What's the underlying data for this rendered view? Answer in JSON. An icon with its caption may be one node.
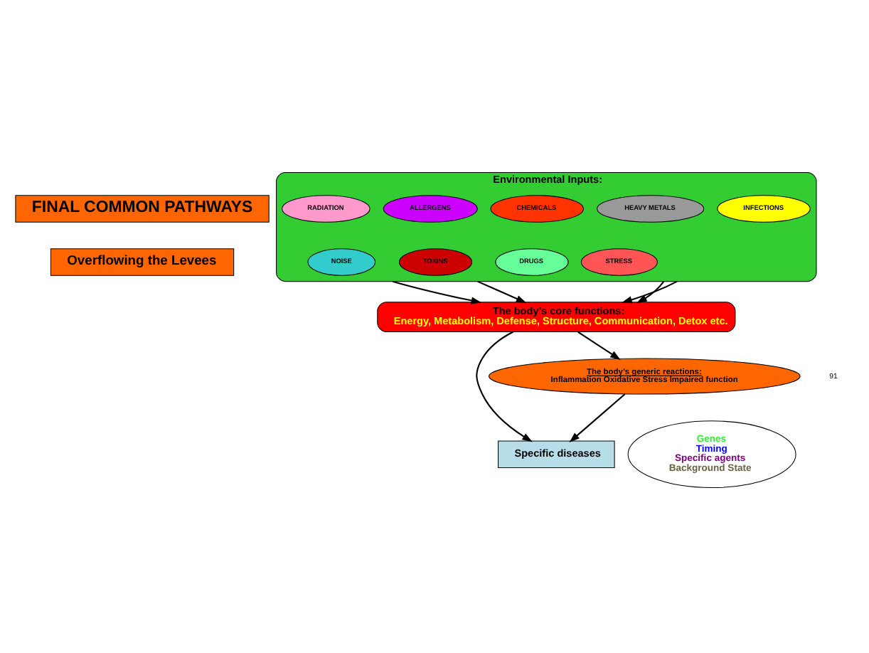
{
  "diagram": {
    "nodes": [
      {
        "text": [
          "FINAL COMMON PATHWAYS"
        ]
      },
      {
        "text": [
          "Overflowing the Levees"
        ]
      },
      {
        "text": [
          "Environmental Inputs:"
        ]
      },
      {
        "text": [
          "CHEMICALS"
        ],
        "in": 2
      },
      {
        "text": [
          "ALLERGENS"
        ],
        "in": 2
      },
      {
        "text": [
          "HEAVY METALS"
        ],
        "in": 2
      },
      {
        "text": [
          "RADIATION"
        ],
        "in": 2
      },
      {
        "text": [
          "INFECTIONS"
        ],
        "in": 2
      },
      {
        "text": [
          "DRUGS"
        ],
        "in": 2
      },
      {
        "text": [
          "TOXINS"
        ],
        "in": 2
      },
      {
        "text": [
          "STRESS"
        ],
        "in": 2
      },
      {
        "text": [
          "NOISE"
        ],
        "in": 2
      },
      {
        "text": [
          "The body’s core functions:",
          "Energy, Metabolism, Defense, Structure, Communication, Detox etc."
        ]
      },
      {
        "text": [
          "Genes",
          "Timing",
          "Specific agents",
          "Background State"
        ]
      },
      {
        "text": [
          "Specific diseases"
        ]
      },
      {
        "text": [
          "The body’s generic reactions:",
          "Inflammation Oxidative Stress Impaired function"
        ]
      }
    ],
    "edges": [
      {
        "from": 2,
        "to": 12,
        "arrow": "to"
      },
      {
        "from": 2,
        "to": 12,
        "arrow": "to"
      },
      {
        "from": 2,
        "to": 12,
        "arrow": "to"
      },
      {
        "from": 2,
        "to": 12,
        "arrow": "to"
      },
      {
        "from": 12,
        "to": 14,
        "arrow": "to"
      },
      {
        "from": 12,
        "to": 15,
        "arrow": "to"
      },
      {
        "from": 15,
        "to": 14,
        "arrow": "to"
      }
    ],
    "labels": [
      "91"
    ]
  }
}
